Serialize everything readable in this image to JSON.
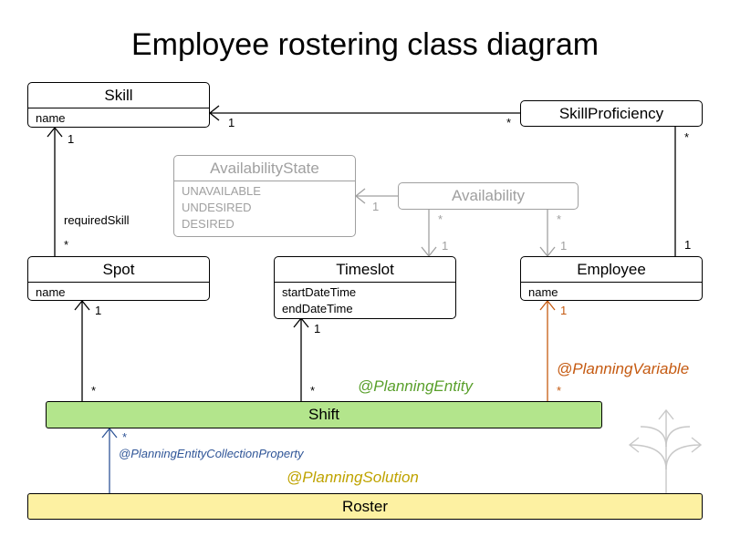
{
  "title": "Employee rostering class diagram",
  "classes": {
    "skill": {
      "name": "Skill",
      "attrs": [
        "name"
      ]
    },
    "skill_proficiency": {
      "name": "SkillProficiency"
    },
    "availability_state": {
      "name": "AvailabilityState",
      "attrs": [
        "UNAVAILABLE",
        "UNDESIRED",
        "DESIRED"
      ]
    },
    "availability": {
      "name": "Availability"
    },
    "spot": {
      "name": "Spot",
      "attrs": [
        "name"
      ]
    },
    "timeslot": {
      "name": "Timeslot",
      "attrs": [
        "startDateTime",
        "endDateTime"
      ]
    },
    "employee": {
      "name": "Employee",
      "attrs": [
        "name"
      ]
    },
    "shift": {
      "name": "Shift"
    },
    "roster": {
      "name": "Roster"
    }
  },
  "labels": {
    "one": "1",
    "many": "*",
    "required_skill": "requiredSkill"
  },
  "annotations": {
    "planning_entity": "@PlanningEntity",
    "planning_variable": "@PlanningVariable",
    "planning_entity_collection_property": "@PlanningEntityCollectionProperty",
    "planning_solution": "@PlanningSolution"
  },
  "colors": {
    "shift_fill": "#b3e58c",
    "roster_fill": "#fdf1a2",
    "availability_gray": "#a0a0a0",
    "planning_variable": "#c55a11",
    "collection_property": "#2f5597",
    "planning_solution": "#bfa300"
  }
}
